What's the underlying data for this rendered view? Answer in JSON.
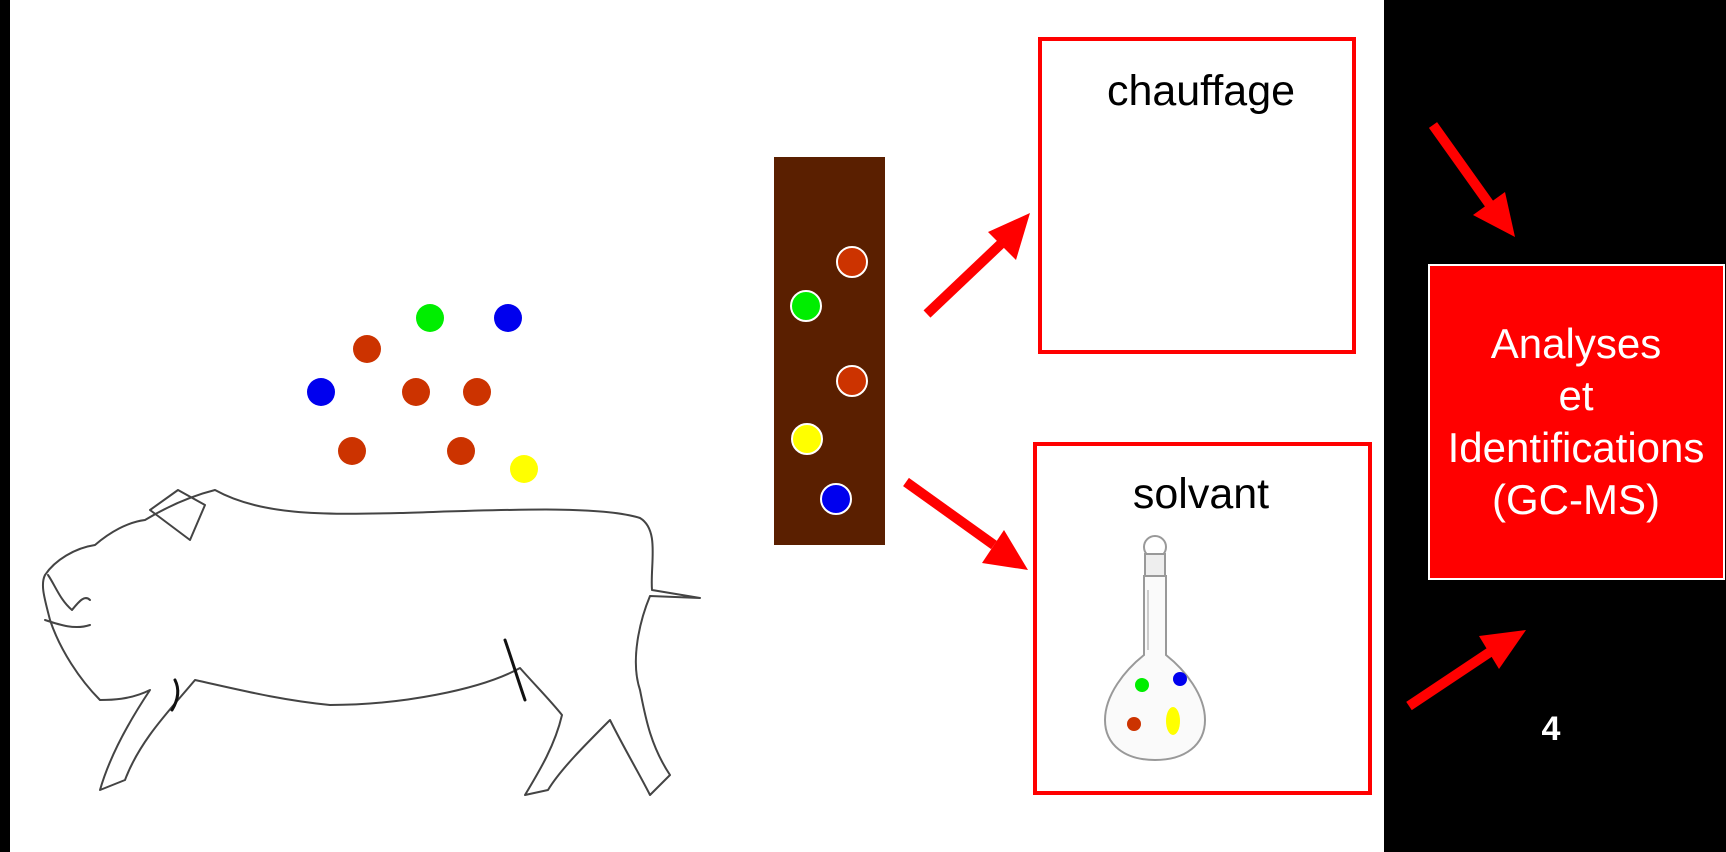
{
  "diagram": {
    "heating_box": {
      "label": "chauffage"
    },
    "solvent_box": {
      "label": "solvant"
    },
    "analysis_box": {
      "lines": [
        "Analyses",
        "et",
        "Identifications",
        "(GC-MS)"
      ]
    },
    "slide_number": "4"
  },
  "colors": {
    "background": "#000000",
    "panel": "#ffffff",
    "accent_red": "#ff0000",
    "sample_brown": "#5a1f00",
    "molecule_orange": "#cc3300",
    "molecule_green": "#00ee00",
    "molecule_blue": "#0000ee",
    "molecule_yellow": "#ffff00"
  },
  "icons": [
    "pig-drawing-icon",
    "molecule-dot-icon",
    "volumetric-flask-icon",
    "arrow-icon"
  ]
}
